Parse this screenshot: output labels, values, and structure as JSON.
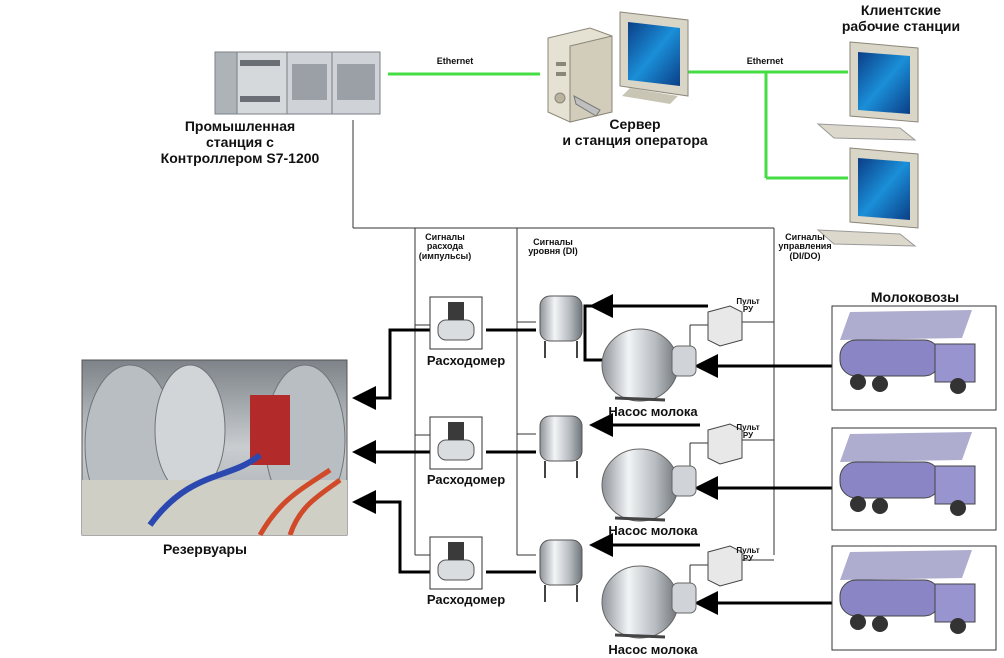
{
  "labels": {
    "plc": [
      "Промышленная",
      "станция с",
      "Контроллером S7-1200"
    ],
    "server": [
      "Сервер",
      "и станция оператора"
    ],
    "clients": [
      "Клиентские",
      "рабочие станции"
    ],
    "ethernet_left": "Ethernet",
    "ethernet_right": "Ethernet",
    "signals_flow": [
      "Сигналы",
      "расхода",
      "(импульсы)"
    ],
    "signals_level": [
      "Сигналы",
      "уровня (DI)"
    ],
    "signals_control": [
      "Сигналы",
      "управления",
      "(DI/DO)"
    ],
    "trucks_title": "Молоковозы",
    "tanks_caption": "Резервуары",
    "flowmeter": "Расходомер",
    "pump": "Насос молока",
    "control_panel": [
      "Пульт",
      "РУ"
    ]
  },
  "rows": [
    {
      "flowmeter": "Расходомер",
      "pump": "Насос молока",
      "panel": [
        "Пульт",
        "РУ"
      ]
    },
    {
      "flowmeter": "Расходомер",
      "pump": "Насос молока",
      "panel": [
        "Пульт",
        "РУ"
      ]
    },
    {
      "flowmeter": "Расходомер",
      "pump": "Насос молока",
      "panel": [
        "Пульт",
        "РУ"
      ]
    }
  ],
  "colors": {
    "ethernet": "#44dd44",
    "pipe": "#000000",
    "signal": "#333333",
    "screen": "#1a8fd8",
    "truck": "#8a86c6"
  }
}
